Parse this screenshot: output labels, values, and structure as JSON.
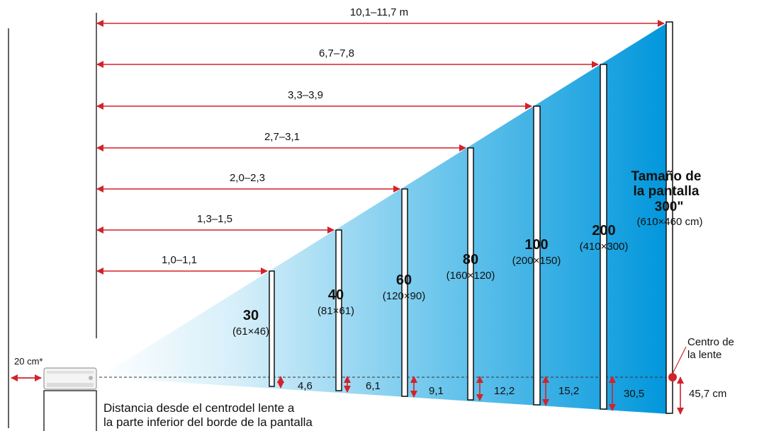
{
  "distances": [
    {
      "screen_size": "30",
      "dimensions": "(61×46)",
      "distance": "1,0–1,1",
      "offset": "4,6"
    },
    {
      "screen_size": "40",
      "dimensions": "(81×61)",
      "distance": "1,3–1,5",
      "offset": "6,1"
    },
    {
      "screen_size": "60",
      "dimensions": "(120×90)",
      "distance": "2,0–2,3",
      "offset": "9,1"
    },
    {
      "screen_size": "80",
      "dimensions": "(160×120)",
      "distance": "2,7–3,1",
      "offset": "12,2"
    },
    {
      "screen_size": "100",
      "dimensions": "(200×150)",
      "distance": "3,3–3,9",
      "offset": "15,2"
    },
    {
      "screen_size": "200",
      "dimensions": "(410×300)",
      "distance": "6,7–7,8",
      "offset": "30,5"
    }
  ],
  "largest": {
    "title_line1": "Tamaño de",
    "title_line2": "la pantalla",
    "size": "300\"",
    "dimensions": "(610×460 cm)",
    "distance": "10,1–11,7 m",
    "offset": "45,7 cm"
  },
  "wall_gap": "20 cm*",
  "lens_center_line1": "Centro de",
  "lens_center_line2": "la lente",
  "footer_line1": "Distancia desde el centrodel lente a",
  "footer_line2": "la parte inferior del borde de la pantalla",
  "colors": {
    "arrow": "#d2232a",
    "beam_light": "#e8f5fc",
    "beam_dark": "#0096dc",
    "lens_dot": "#d2232a"
  }
}
